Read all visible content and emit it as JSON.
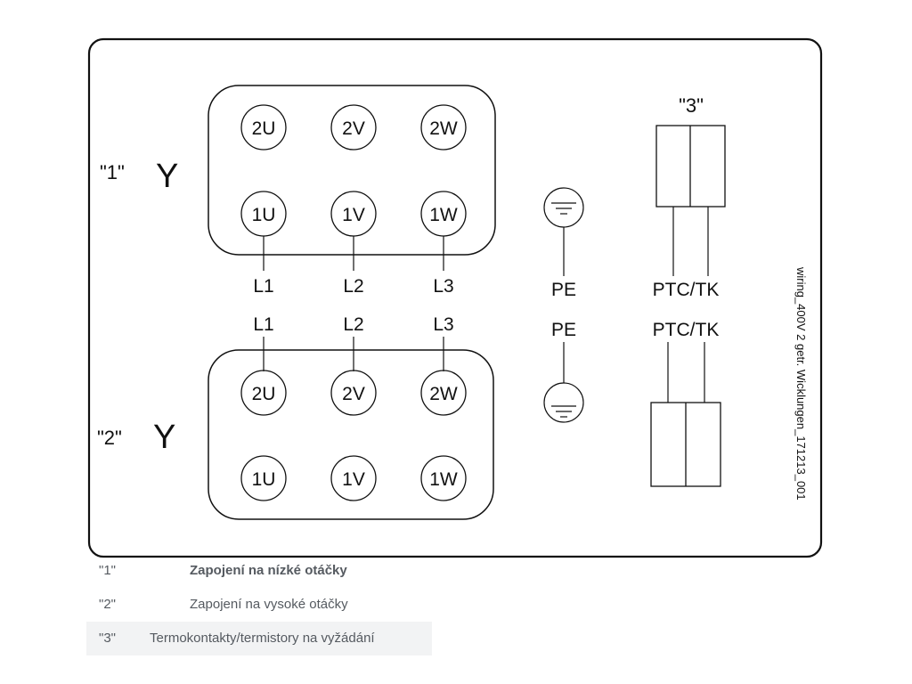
{
  "diagram": {
    "top_terminals": {
      "row_a": [
        "2U",
        "2V",
        "2W"
      ],
      "row_b": [
        "1U",
        "1V",
        "1W"
      ]
    },
    "bottom_terminals": {
      "row_a": [
        "2U",
        "2V",
        "2W"
      ],
      "row_b": [
        "1U",
        "1V",
        "1W"
      ]
    },
    "top_lines": [
      "L1",
      "L2",
      "L3"
    ],
    "bottom_lines": [
      "L1",
      "L2",
      "L3"
    ],
    "config_1": {
      "key": "\"1\"",
      "symbol": "Y"
    },
    "config_2": {
      "key": "\"2\"",
      "symbol": "Y"
    },
    "pe_top": "PE",
    "pe_bottom": "PE",
    "thermal_key": "\"3\"",
    "ptc_top": "PTC/TK",
    "ptc_bottom": "PTC/TK",
    "vertical_note": "wiring_400V 2 getr. Wicklungen_171213_001"
  },
  "legend": [
    {
      "key": "\"1\"",
      "text": "Zapojení na nízké otáčky"
    },
    {
      "key": "\"2\"",
      "text": "Zapojení na vysoké otáčky"
    },
    {
      "key": "\"3\"",
      "text": "Termokontakty/termistory na vyžádání"
    }
  ]
}
